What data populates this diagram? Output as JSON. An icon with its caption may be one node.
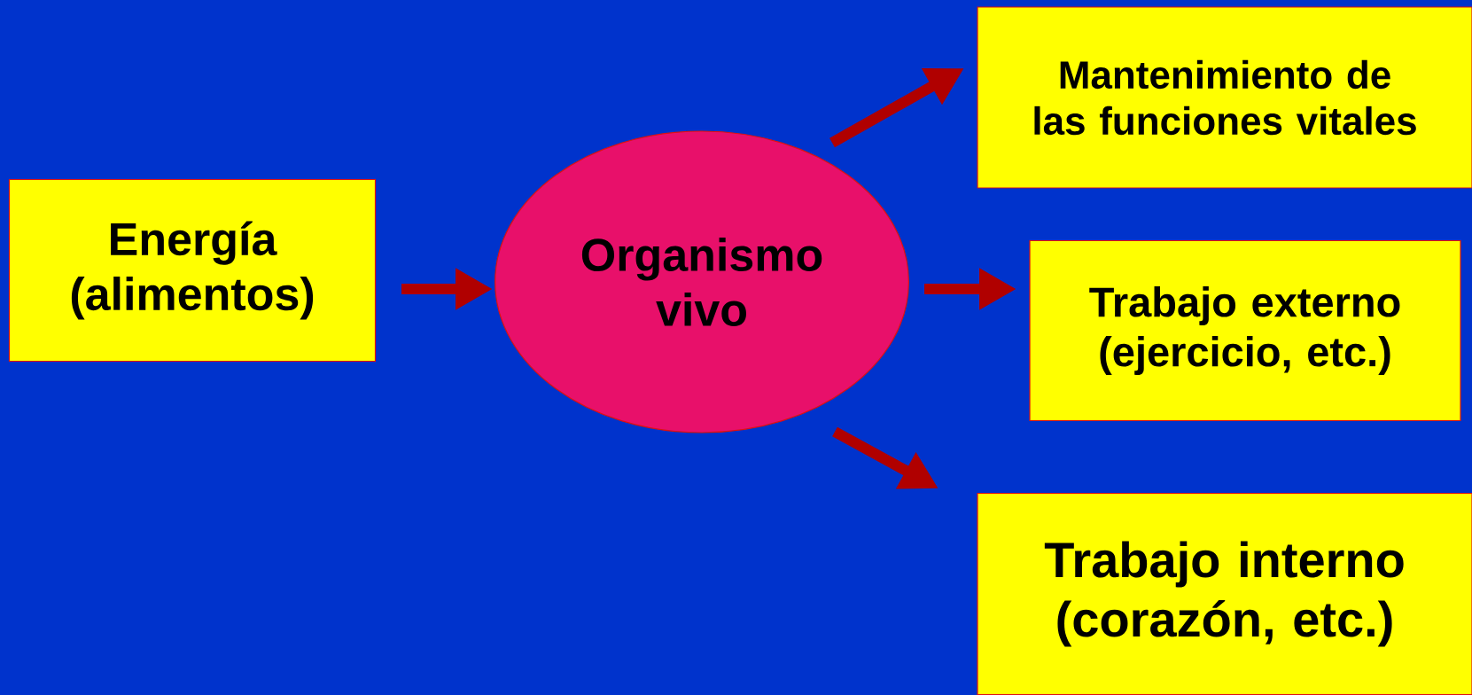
{
  "diagram": {
    "nodes": [
      {
        "text": [
          "Energía (alimentos)"
        ]
      },
      {
        "text": [
          "Organismo vivo"
        ]
      },
      {
        "text": [
          "Mantenimiento de las funciones vitales"
        ]
      },
      {
        "text": [
          "Trabajo externo (ejercicio, etc.)"
        ]
      },
      {
        "text": [
          "Trabajo interno (corazón, etc.)"
        ]
      }
    ],
    "edges": [
      {
        "from": 0,
        "to": 1,
        "arrow": "to"
      },
      {
        "from": 1,
        "to": 2,
        "arrow": "to"
      },
      {
        "from": 1,
        "to": 3,
        "arrow": "to"
      },
      {
        "from": 1,
        "to": 4,
        "arrow": "to"
      }
    ]
  }
}
